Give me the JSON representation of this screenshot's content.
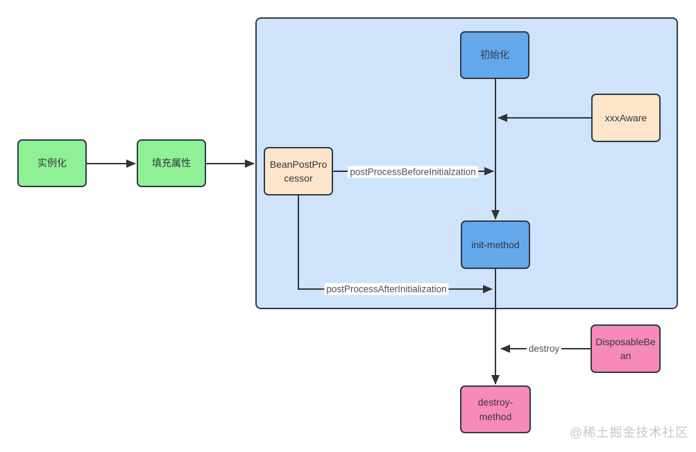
{
  "diagram": {
    "type": "flowchart",
    "topic": "Spring Bean lifecycle",
    "nodes": {
      "instantiate": {
        "label": "实例化",
        "color": "#90f095"
      },
      "populate": {
        "label": "填充属性",
        "color": "#90f095"
      },
      "initialize": {
        "label": "初始化",
        "color": "#64a8ec"
      },
      "xxx_aware": {
        "label": "xxxAware",
        "color": "#fce5c8"
      },
      "bean_post_processor": {
        "label": "BeanPostProcessor",
        "color": "#fce5c8"
      },
      "init_method": {
        "label": "init-method",
        "color": "#64a8ec"
      },
      "disposable_bean": {
        "label": "DisposableBean",
        "color": "#f78ab8"
      },
      "destroy_method": {
        "label": "destroy-method",
        "color": "#f78ab8"
      }
    },
    "edge_labels": {
      "before_init": "postProcessBeforeInitialzation",
      "after_init": "postProcessAfterInitialization",
      "destroy": "destroy"
    },
    "container_color": "#cfe4fb",
    "border_color": "#2e3a47",
    "arrow_color": "#333333",
    "watermark": "@稀土掘金技术社区"
  }
}
